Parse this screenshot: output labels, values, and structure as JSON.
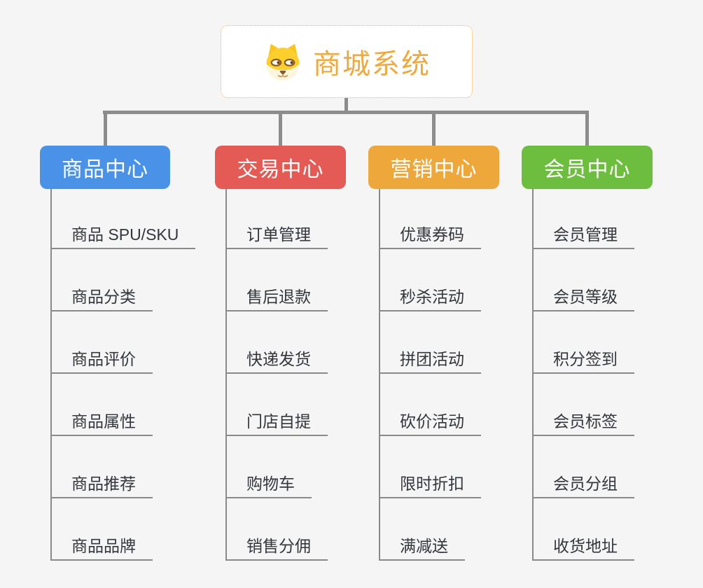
{
  "root": {
    "title": "商城系统",
    "icon": "dog-face-icon"
  },
  "branches": [
    {
      "label": "商品中心",
      "color": "#4a92e8",
      "children": [
        "商品 SPU/SKU",
        "商品分类",
        "商品评价",
        "商品属性",
        "商品推荐",
        "商品品牌"
      ]
    },
    {
      "label": "交易中心",
      "color": "#e45b55",
      "children": [
        "订单管理",
        "售后退款",
        "快递发货",
        "门店自提",
        "购物车",
        "销售分佣"
      ]
    },
    {
      "label": "营销中心",
      "color": "#eda73b",
      "children": [
        "优惠券码",
        "秒杀活动",
        "拼团活动",
        "砍价活动",
        "限时折扣",
        "满减送"
      ]
    },
    {
      "label": "会员中心",
      "color": "#6dbe3f",
      "children": [
        "会员管理",
        "会员等级",
        "积分签到",
        "会员标签",
        "会员分组",
        "收货地址"
      ]
    }
  ],
  "colors": {
    "background": "#f5f5f6",
    "title_text": "#efa93d",
    "root_border": "#f0ad4e",
    "connector": "#8c8c8c",
    "sub_line": "#8a8a8a",
    "item_text": "#33363b"
  }
}
